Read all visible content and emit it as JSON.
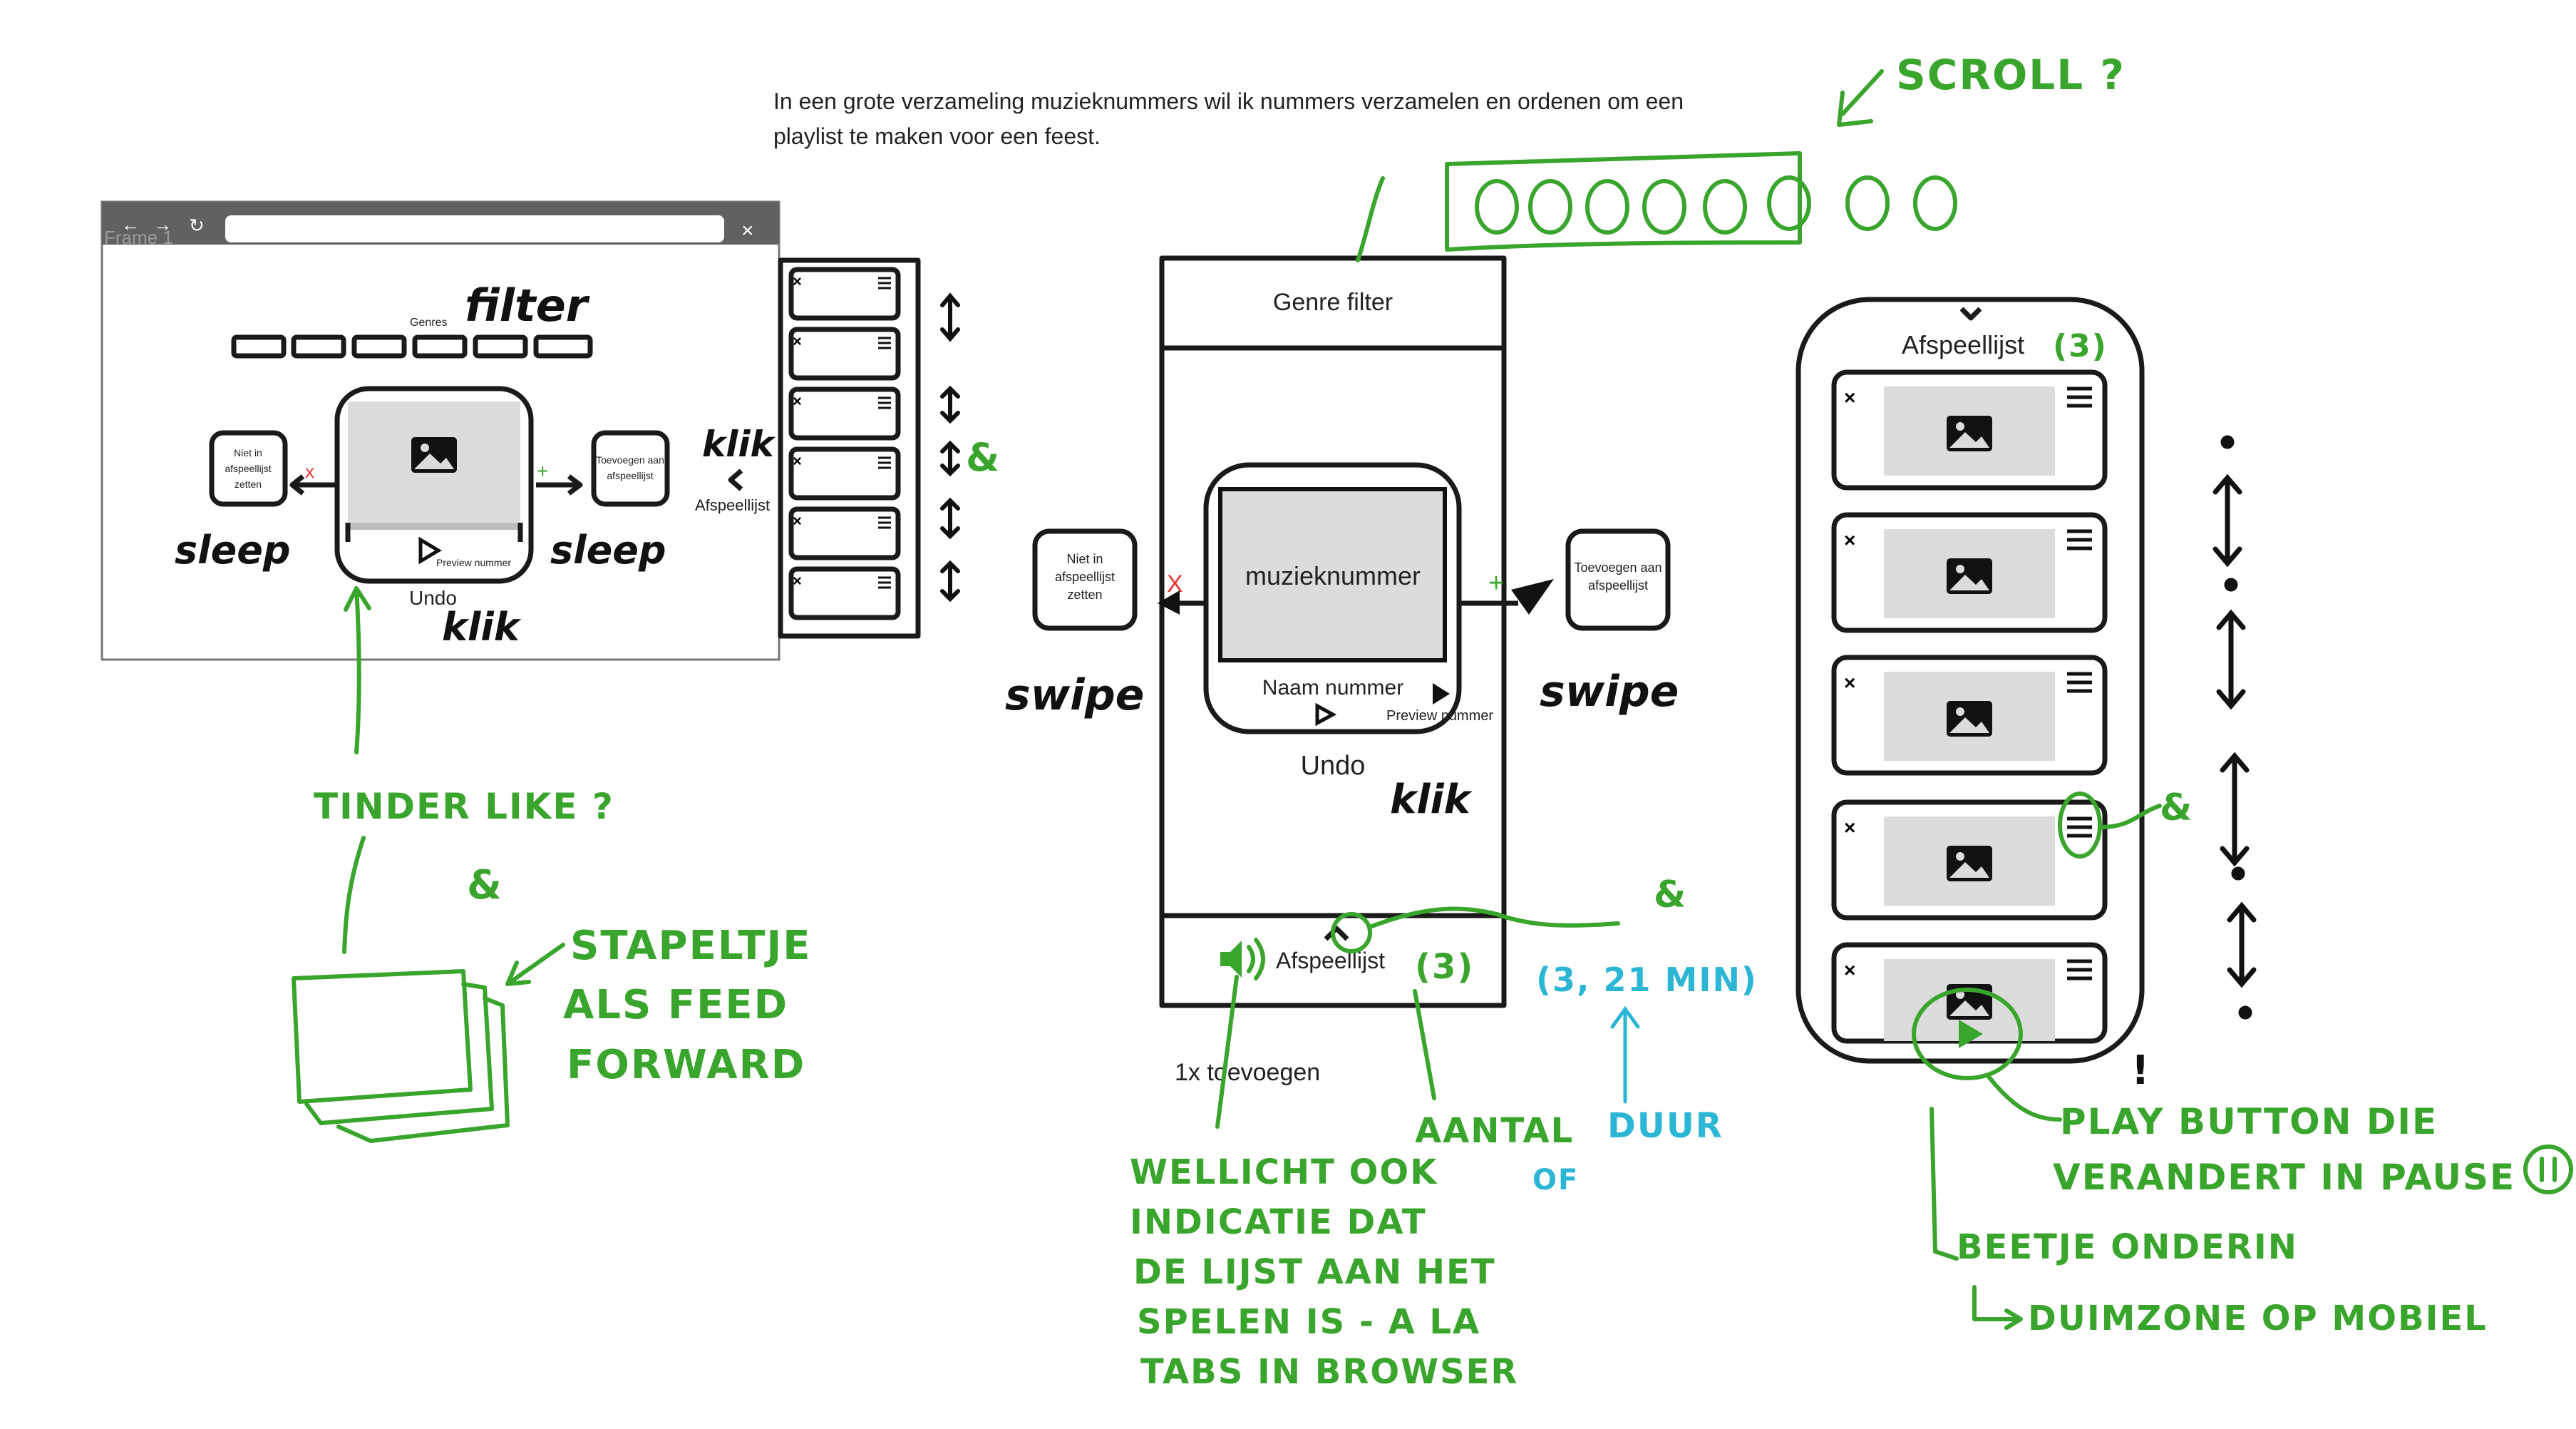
{
  "intro": {
    "line1": "In een grote verzameling muzieknummers wil ik nummers verzamelen en ordenen om een",
    "line2": "playlist te maken voor een feest."
  },
  "desktop_frame": {
    "frame_label": "Frame 1",
    "genres_label": "Genres",
    "not_in_playlist": [
      "Niet in",
      "afspeellijst",
      "zetten"
    ],
    "add_to_playlist": [
      "Toevoegen aan",
      "afspeellijst"
    ],
    "preview_label": "Preview nummer",
    "undo_label": "Undo",
    "side_playlist_label": "Afspeellijst",
    "reject_mark": "x",
    "accept_mark": "+"
  },
  "mobile_frame": {
    "genre_filter": "Genre filter",
    "song_label": "muzieknummer",
    "song_name": "Naam nummer",
    "preview_label": "Preview nummer",
    "undo_label": "Undo",
    "not_in_playlist": [
      "Niet in",
      "afspeellijst",
      "zetten"
    ],
    "add_to_playlist": [
      "Toevoegen aan",
      "afspeellijst"
    ],
    "bottom_playlist_label": "Afspeellijst",
    "add_once": "1x toevoegen",
    "reject_mark": "X",
    "accept_mark": "+"
  },
  "playlist_frame": {
    "title": "Afspeellijst"
  },
  "annotations": {
    "filter": "filter",
    "sleep_left": "sleep",
    "sleep_right": "sleep",
    "klik_undo": "klik",
    "klik_side": "klik",
    "tinder": "TINDER LIKE ?",
    "stack": [
      "STAPELTJE",
      "ALS FEED",
      "FORWARD"
    ],
    "scroll": "SCROLL ?",
    "swipe_left": "swipe",
    "swipe_right": "swipe",
    "klik_mobile": "klik",
    "count_badge": "(3)",
    "duration_badge": "(3, 21 MIN)",
    "aantal": "AANTAL",
    "of": "OF",
    "duur": "DUUR",
    "indication": [
      "WELLICHT OOK",
      "INDICATIE DAT",
      "DE LIJST AAN HET",
      "SPELEN IS - A LA",
      "TABS IN BROWSER"
    ],
    "play_button": [
      "PLAY BUTTON DIE",
      "VERANDERT IN PAUSE"
    ],
    "thumb_zone": [
      "BEETJE ONDERIN",
      "DUIMZONE OP MOBIEL"
    ],
    "ampersand": "&"
  },
  "colors": {
    "annotation_green": "#3aa52c",
    "annotation_blue": "#2bb6d6",
    "reject_red": "#e53935",
    "browser_bar": "#616161"
  }
}
